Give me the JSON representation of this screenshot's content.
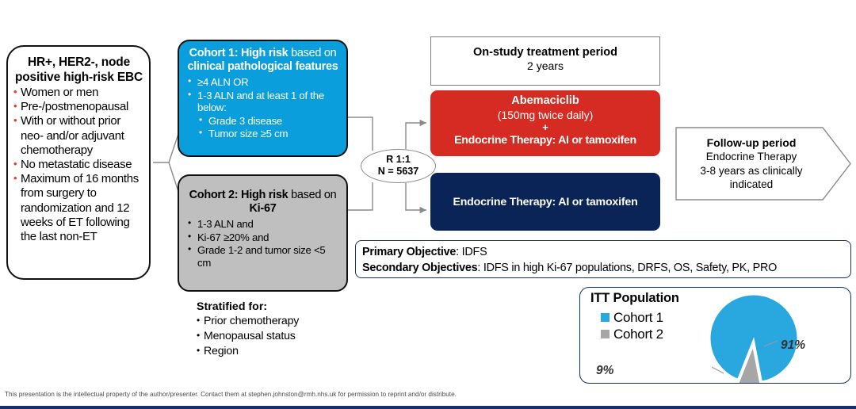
{
  "eligibility": {
    "title": "HR+, HER2-, node positive high-risk EBC",
    "bullets": [
      "Women or men",
      "Pre-/postmenopausal",
      "With or without prior neo- and/or adjuvant chemotherapy",
      "No metastatic disease",
      "Maximum of 16 months from surgery to randomization and 12 weeks of ET following the last non-ET"
    ],
    "bullet_color": "#e03b2a"
  },
  "cohort1": {
    "head_1": "Cohort 1: High risk",
    "head_2": " based on ",
    "head_3": "clinical pathological features",
    "bullets": [
      {
        "text": "≥4 ALN OR",
        "sub": false
      },
      {
        "text": "1-3 ALN and at least 1 of the below:",
        "sub": false
      },
      {
        "text": "Grade 3 disease",
        "sub": true
      },
      {
        "text": "Tumor size ≥5 cm",
        "sub": true
      }
    ],
    "bg_color": "#0a9fdc"
  },
  "cohort2": {
    "head_1": "Cohort 2: High risk",
    "head_2": " based on ",
    "head_3": "Ki-67",
    "bullets": [
      {
        "text": "1-3 ALN and",
        "sub": false
      },
      {
        "text": "Ki-67 ≥20% and",
        "sub": false
      },
      {
        "text": "Grade 1-2 and tumor size  <5 cm",
        "sub": false
      }
    ],
    "bg_color": "#bfbfbf"
  },
  "randomization": {
    "ratio": "R 1:1",
    "n": "N = 5637"
  },
  "on_study": {
    "title": "On-study treatment period",
    "duration": "2 years"
  },
  "arm_a": {
    "drug": "Abemaciclib",
    "dose": "(150mg twice daily)",
    "plus": "+",
    "combo": "Endocrine Therapy: AI or tamoxifen",
    "color": "#d62b22"
  },
  "arm_b": {
    "label": "Endocrine Therapy: AI or tamoxifen",
    "color": "#0a2458"
  },
  "follow_up": {
    "title": "Follow-up period",
    "line2": "Endocrine Therapy",
    "line3": "3-8 years as clinically indicated"
  },
  "stratified": {
    "heading": "Stratified for:",
    "items": [
      "Prior chemotherapy",
      "Menopausal status",
      "Region"
    ]
  },
  "objectives": {
    "primary_label": "Primary Objective",
    "primary_value": ": IDFS",
    "secondary_label": "Secondary Objectives",
    "secondary_value": ": IDFS in high Ki-67 populations, DRFS, OS, Safety, PK, PRO"
  },
  "itt": {
    "title": "ITT Population",
    "legend": [
      {
        "label": "Cohort 1",
        "color": "#29a8e0"
      },
      {
        "label": "Cohort 2",
        "color": "#a6a6a6"
      }
    ]
  },
  "chart_data": {
    "type": "pie",
    "title": "ITT Population",
    "categories": [
      "Cohort 1",
      "Cohort 2"
    ],
    "values": [
      91,
      9
    ],
    "labels": [
      "91%",
      "9%"
    ],
    "colors": [
      "#29a8e0",
      "#a6a6a6"
    ],
    "exploded": [
      "Cohort 2"
    ],
    "legend_position": "left"
  },
  "footer": {
    "text": "This presentation is the intellectual property of the author/presenter. Contact them at stephen.johnston@rmh.nhs.uk for permission to reprint and/or distribute."
  }
}
